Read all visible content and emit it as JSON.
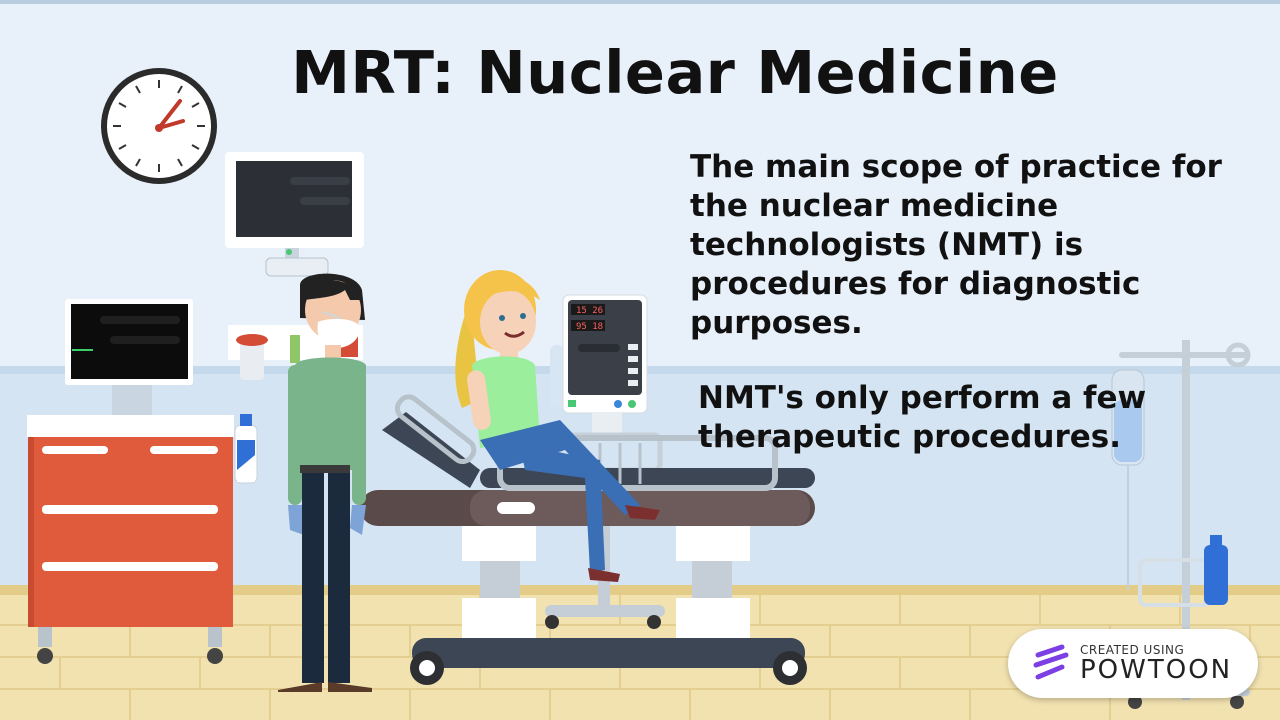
{
  "slide": {
    "title": "MRT: Nuclear Medicine",
    "paragraph_1": "The main scope of practice for the nuclear medicine technologists (NMT) is procedures for diagnostic purposes.",
    "paragraph_2": "NMT's only perform a few therapeutic procedures."
  },
  "monitor": {
    "line_1": "15 26",
    "line_2": "95 18"
  },
  "watermark": {
    "small_label": "CREATED USING",
    "brand": "POWTOON"
  },
  "colors": {
    "accent_purple": "#7b3fe4",
    "cabinet_orange": "#e05a3c",
    "bed_dark": "#3c4654",
    "wall": "#e8f0f9",
    "floor": "#f2e2b0"
  },
  "icons": [
    "wall-clock-icon",
    "powtoon-logo-icon"
  ]
}
